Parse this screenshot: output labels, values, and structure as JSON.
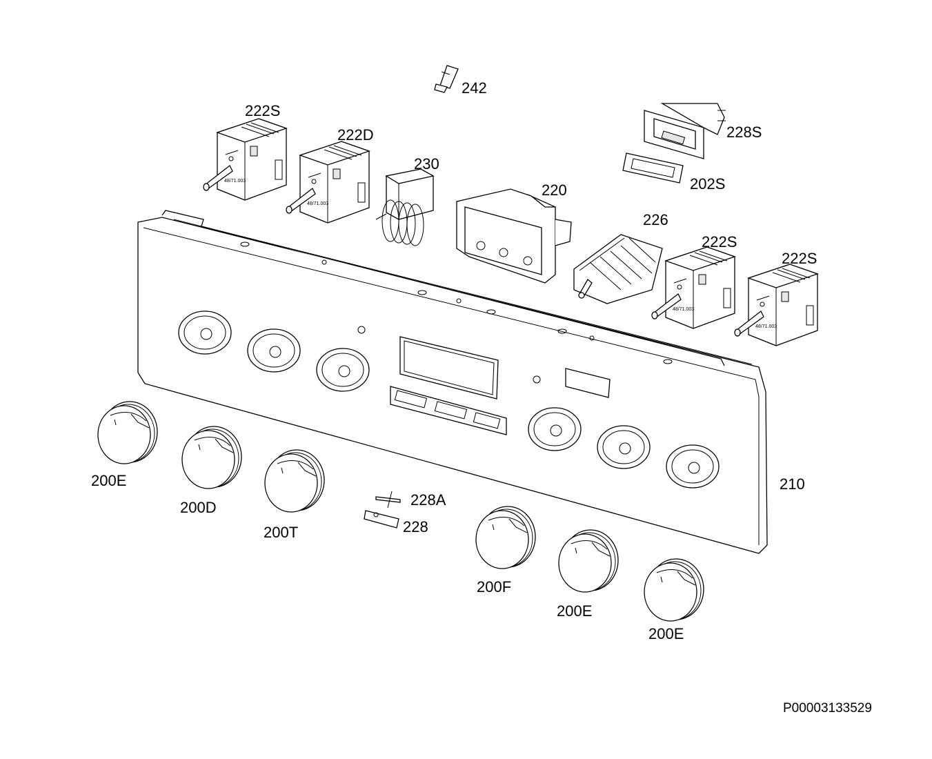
{
  "labels": {
    "l242": "242",
    "l222S_a": "222S",
    "l222D": "222D",
    "l230": "230",
    "l220": "220",
    "l228S": "228S",
    "l202S": "202S",
    "l226": "226",
    "l222S_b": "222S",
    "l222S_c": "222S",
    "l210": "210",
    "l200E_a": "200E",
    "l200D": "200D",
    "l200T": "200T",
    "l228A": "228A",
    "l228": "228",
    "l200F": "200F",
    "l200E_b": "200E",
    "l200E_c": "200E"
  },
  "document_id": "P00003133529"
}
